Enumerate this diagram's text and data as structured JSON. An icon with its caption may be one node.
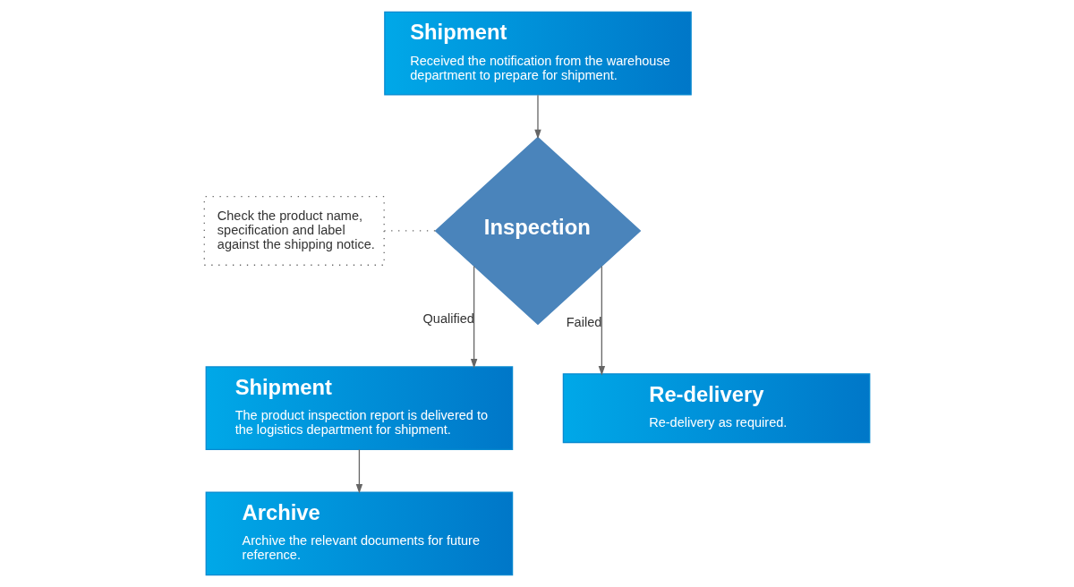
{
  "diagram": {
    "nodes": [
      {
        "text": [
          "Shipment",
          "Received the notification from the warehouse department to prepare for shipment."
        ]
      },
      {
        "text": [
          "Check the product name, specification and label against the shipping notice."
        ]
      },
      {
        "text": [
          "Inspection"
        ]
      },
      {
        "text": [
          "Shipment",
          "The product inspection report is delivered to the logistics department for shipment."
        ]
      },
      {
        "text": [
          "Re-delivery",
          "Re-delivery as required."
        ]
      },
      {
        "text": [
          "Archive",
          "Archive the relevant documents for future reference."
        ]
      }
    ],
    "edges": [
      {
        "from": 0,
        "to": 2,
        "arrow": "to"
      },
      {
        "from": 1,
        "to": 2,
        "arrow": "none",
        "style": "dashed"
      },
      {
        "from": 2,
        "to": 3,
        "arrow": "to",
        "label": "Qualified"
      },
      {
        "from": 2,
        "to": 4,
        "arrow": "to",
        "label": "Failed"
      },
      {
        "from": 3,
        "to": 5,
        "arrow": "to"
      }
    ]
  }
}
